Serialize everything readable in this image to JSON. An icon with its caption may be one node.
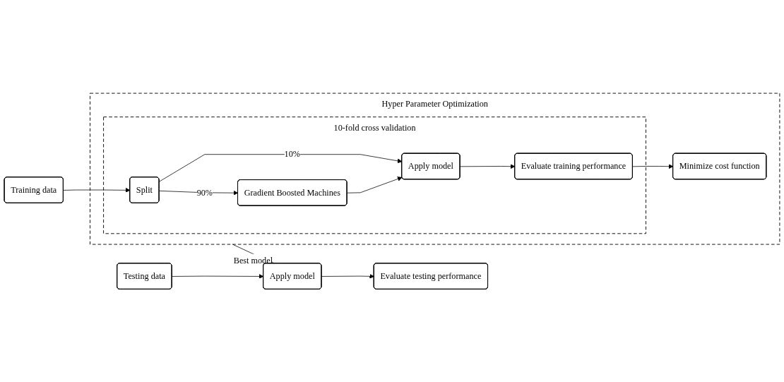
{
  "diagram": {
    "nodes": [
      {
        "text": [
          "Hyper Parameter Optimization"
        ]
      },
      {
        "text": [
          "10-fold cross validation"
        ],
        "in": 0
      },
      {
        "text": [
          "Training data"
        ]
      },
      {
        "text": [
          "Split"
        ],
        "in": 1
      },
      {
        "text": [
          "Gradient Boosted Machines"
        ],
        "in": 1
      },
      {
        "text": [
          "Apply model"
        ],
        "in": 1
      },
      {
        "text": [
          "Evaluate training performance"
        ],
        "in": 1
      },
      {
        "text": [
          "Minimize cost function"
        ],
        "in": 0
      },
      {
        "text": [
          "Testing data"
        ]
      },
      {
        "text": [
          "Apply model"
        ]
      },
      {
        "text": [
          "Evaluate testing performance"
        ]
      }
    ],
    "edges": [
      {
        "from": 2,
        "to": 3,
        "arrow": "to"
      },
      {
        "from": 3,
        "to": 4,
        "arrow": "to",
        "label": "90%"
      },
      {
        "from": 3,
        "to": 5,
        "arrow": "to",
        "label": "10%"
      },
      {
        "from": 4,
        "to": 5,
        "arrow": "to"
      },
      {
        "from": 5,
        "to": 6,
        "arrow": "to"
      },
      {
        "from": 6,
        "to": 7,
        "arrow": "to"
      },
      {
        "from": 0,
        "to": 9,
        "arrow": "to",
        "label": "Best model"
      },
      {
        "from": 8,
        "to": 9,
        "arrow": "to"
      },
      {
        "from": 9,
        "to": 10,
        "arrow": "to"
      }
    ]
  }
}
